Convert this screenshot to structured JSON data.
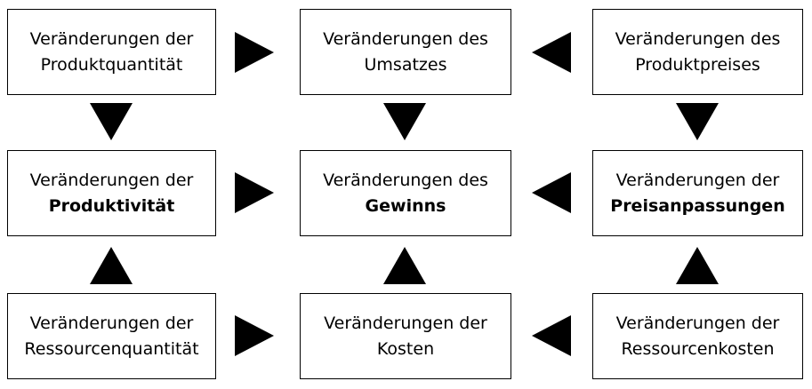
{
  "boxes": {
    "r0c0": {
      "line1": "Veränderungen der",
      "line2": "Produktquantität",
      "bold": false
    },
    "r0c1": {
      "line1": "Veränderungen des",
      "line2": "Umsatzes",
      "bold": false
    },
    "r0c2": {
      "line1": "Veränderungen des",
      "line2": "Produktpreises",
      "bold": false
    },
    "r1c0": {
      "line1": "Veränderungen der",
      "line2": "Produktivität",
      "bold": true
    },
    "r1c1": {
      "line1": "Veränderungen des",
      "line2": "Gewinns",
      "bold": true
    },
    "r1c2": {
      "line1": "Veränderungen der",
      "line2": "Preisanpassungen",
      "bold": true
    },
    "r2c0": {
      "line1": "Veränderungen der",
      "line2": "Ressourcenquantität",
      "bold": false
    },
    "r2c1": {
      "line1": "Veränderungen der",
      "line2": "Kosten",
      "bold": false
    },
    "r2c2": {
      "line1": "Veränderungen der",
      "line2": "Ressourcenkosten",
      "bold": false
    }
  },
  "arrows": [
    {
      "name": "arrow-r0-left-to-center",
      "direction": "right"
    },
    {
      "name": "arrow-r0-right-to-center",
      "direction": "left"
    },
    {
      "name": "arrow-r1-left-to-center",
      "direction": "right"
    },
    {
      "name": "arrow-r1-right-to-center",
      "direction": "left"
    },
    {
      "name": "arrow-r2-left-to-center",
      "direction": "right"
    },
    {
      "name": "arrow-r2-right-to-center",
      "direction": "left"
    },
    {
      "name": "arrow-c0-top-to-middle",
      "direction": "down"
    },
    {
      "name": "arrow-c1-top-to-middle",
      "direction": "down"
    },
    {
      "name": "arrow-c2-top-to-middle",
      "direction": "down"
    },
    {
      "name": "arrow-c0-bottom-to-middle",
      "direction": "up"
    },
    {
      "name": "arrow-c1-bottom-to-middle",
      "direction": "up"
    },
    {
      "name": "arrow-c2-bottom-to-middle",
      "direction": "up"
    }
  ],
  "colors": {
    "arrow": "#000000",
    "border": "#000000",
    "text": "#000000"
  }
}
